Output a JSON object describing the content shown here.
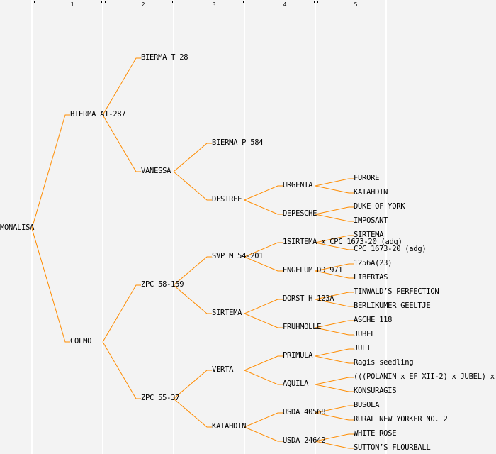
{
  "generations": [
    "1",
    "2",
    "3",
    "4",
    "5"
  ],
  "line_color": "#ff8c00",
  "tree": {
    "name": "MONALISA",
    "children": [
      {
        "name": "BIERMA A1-287",
        "children": [
          {
            "name": "BIERMA T 28"
          },
          {
            "name": "VANESSA",
            "children": [
              {
                "name": "BIERMA P 584"
              },
              {
                "name": "DESIREE",
                "children": [
                  {
                    "name": "URGENTA",
                    "children": [
                      {
                        "name": "FURORE"
                      },
                      {
                        "name": "KATAHDIN"
                      }
                    ]
                  },
                  {
                    "name": "DEPESCHE",
                    "children": [
                      {
                        "name": "DUKE OF YORK"
                      },
                      {
                        "name": "IMPOSANT"
                      }
                    ]
                  }
                ]
              }
            ]
          }
        ]
      },
      {
        "name": "COLMO",
        "children": [
          {
            "name": "ZPC 58-159",
            "children": [
              {
                "name": "SVP M 54-201",
                "children": [
                  {
                    "name": "1SIRTEMA x CPC 1673-20 (adg)",
                    "children": [
                      {
                        "name": "SIRTEMA"
                      },
                      {
                        "name": "CPC 1673-20 (adg)"
                      }
                    ]
                  },
                  {
                    "name": "ENGELUM DD 971",
                    "children": [
                      {
                        "name": "1256A(23)"
                      },
                      {
                        "name": "LIBERTAS"
                      }
                    ]
                  }
                ]
              },
              {
                "name": "SIRTEMA",
                "children": [
                  {
                    "name": "DORST H 123A",
                    "children": [
                      {
                        "name": "TINWALD’S PERFECTION"
                      },
                      {
                        "name": "BERLIKUMER GEELTJE"
                      }
                    ]
                  },
                  {
                    "name": "FRUHMOLLE",
                    "children": [
                      {
                        "name": "ASCHE 118"
                      },
                      {
                        "name": "JUBEL"
                      }
                    ]
                  }
                ]
              }
            ]
          },
          {
            "name": "ZPC 55-37",
            "children": [
              {
                "name": "VERTA",
                "children": [
                  {
                    "name": "PRIMULA",
                    "children": [
                      {
                        "name": "JULI"
                      },
                      {
                        "name": "Ragis seedling"
                      }
                    ]
                  },
                  {
                    "name": "AQUILA",
                    "children": [
                      {
                        "name": "(((POLANIN x EF XII-2) x JUBEL) x"
                      },
                      {
                        "name": "KONSURAGIS"
                      }
                    ]
                  }
                ]
              },
              {
                "name": "KATAHDIN",
                "children": [
                  {
                    "name": "USDA 40568",
                    "children": [
                      {
                        "name": "BUSOLA"
                      },
                      {
                        "name": "RURAL NEW YORKER NO. 2"
                      }
                    ]
                  },
                  {
                    "name": "USDA 24642",
                    "children": [
                      {
                        "name": "WHITE ROSE"
                      },
                      {
                        "name": "SUTTON’S FLOURBALL"
                      }
                    ]
                  }
                ]
              }
            ]
          }
        ]
      }
    ]
  }
}
